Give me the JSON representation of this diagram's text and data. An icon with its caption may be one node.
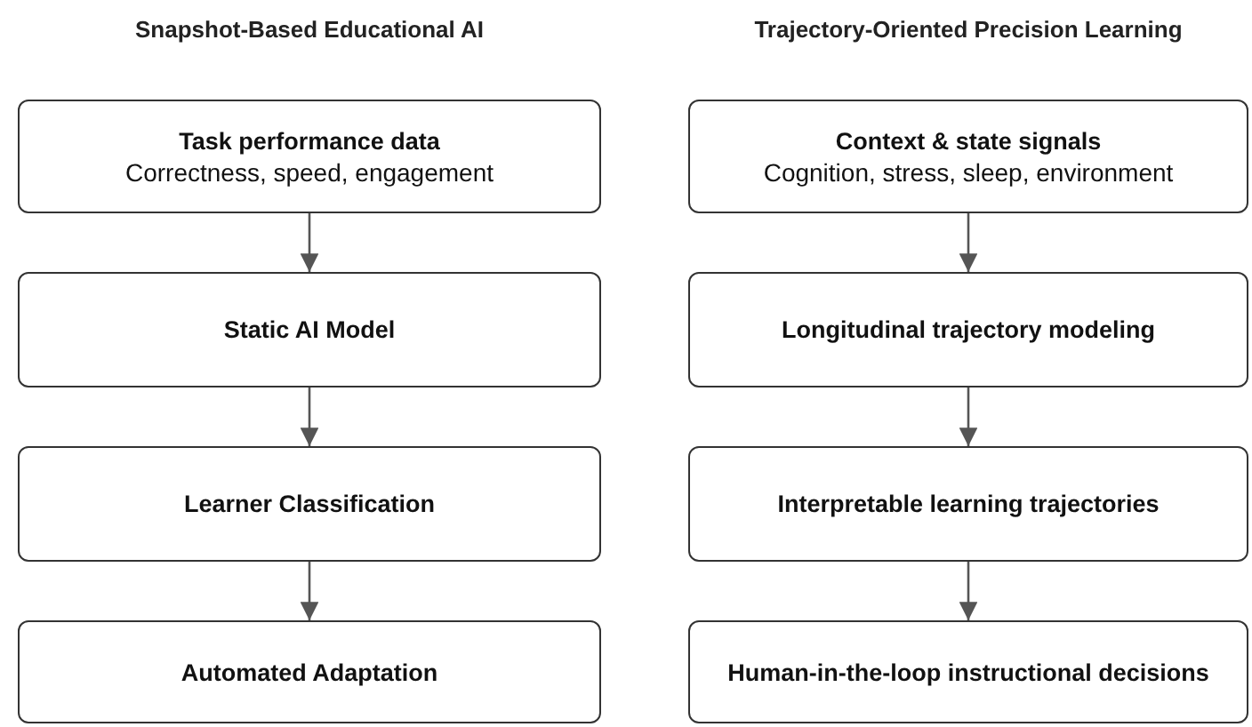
{
  "diagram": {
    "nodes": [
      {
        "text": [
          "Task performance data",
          "Correctness, speed, engagement"
        ]
      },
      {
        "text": [
          "Static AI Model"
        ]
      },
      {
        "text": [
          "Learner Classification"
        ]
      },
      {
        "text": [
          "Automated Adaptation"
        ]
      },
      {
        "text": [
          "Context & state signals",
          "Cognition, stress, sleep, environment"
        ]
      },
      {
        "text": [
          "Longitudinal trajectory modeling"
        ]
      },
      {
        "text": [
          "Interpretable learning trajectories"
        ]
      },
      {
        "text": [
          "Human-in-the-loop instructional decisions"
        ]
      }
    ],
    "edges": [
      {
        "from": 0,
        "to": 1,
        "arrow": "to"
      },
      {
        "from": 1,
        "to": 2,
        "arrow": "to"
      },
      {
        "from": 2,
        "to": 3,
        "arrow": "to"
      },
      {
        "from": 4,
        "to": 5,
        "arrow": "to"
      },
      {
        "from": 5,
        "to": 6,
        "arrow": "to"
      },
      {
        "from": 6,
        "to": 7,
        "arrow": "to"
      }
    ],
    "labels": [
      "Snapshot-Based Educational AI",
      "Trajectory-Oriented Precision Learning"
    ]
  }
}
